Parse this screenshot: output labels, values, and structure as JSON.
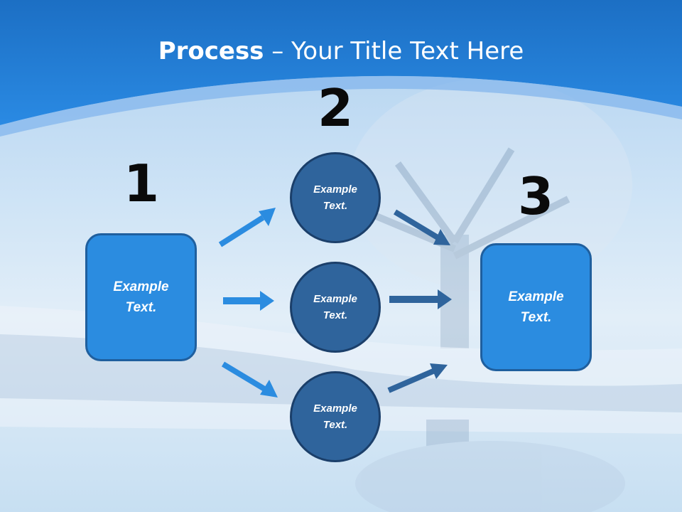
{
  "title": {
    "bold": "Process",
    "rest": " – Your Title Text Here"
  },
  "steps": [
    {
      "number": "1",
      "text": "Example\nText."
    },
    {
      "number": "2",
      "items": [
        "Example\nText.",
        "Example\nText.",
        "Example\nText."
      ]
    },
    {
      "number": "3",
      "text": "Example\nText."
    }
  ],
  "colors": {
    "header": "#1f7fd6",
    "box_fill": "#2b8ce0",
    "circle_fill": "#2f649c",
    "arrow_light": "#2b8ce0",
    "arrow_dark": "#2f649c"
  }
}
